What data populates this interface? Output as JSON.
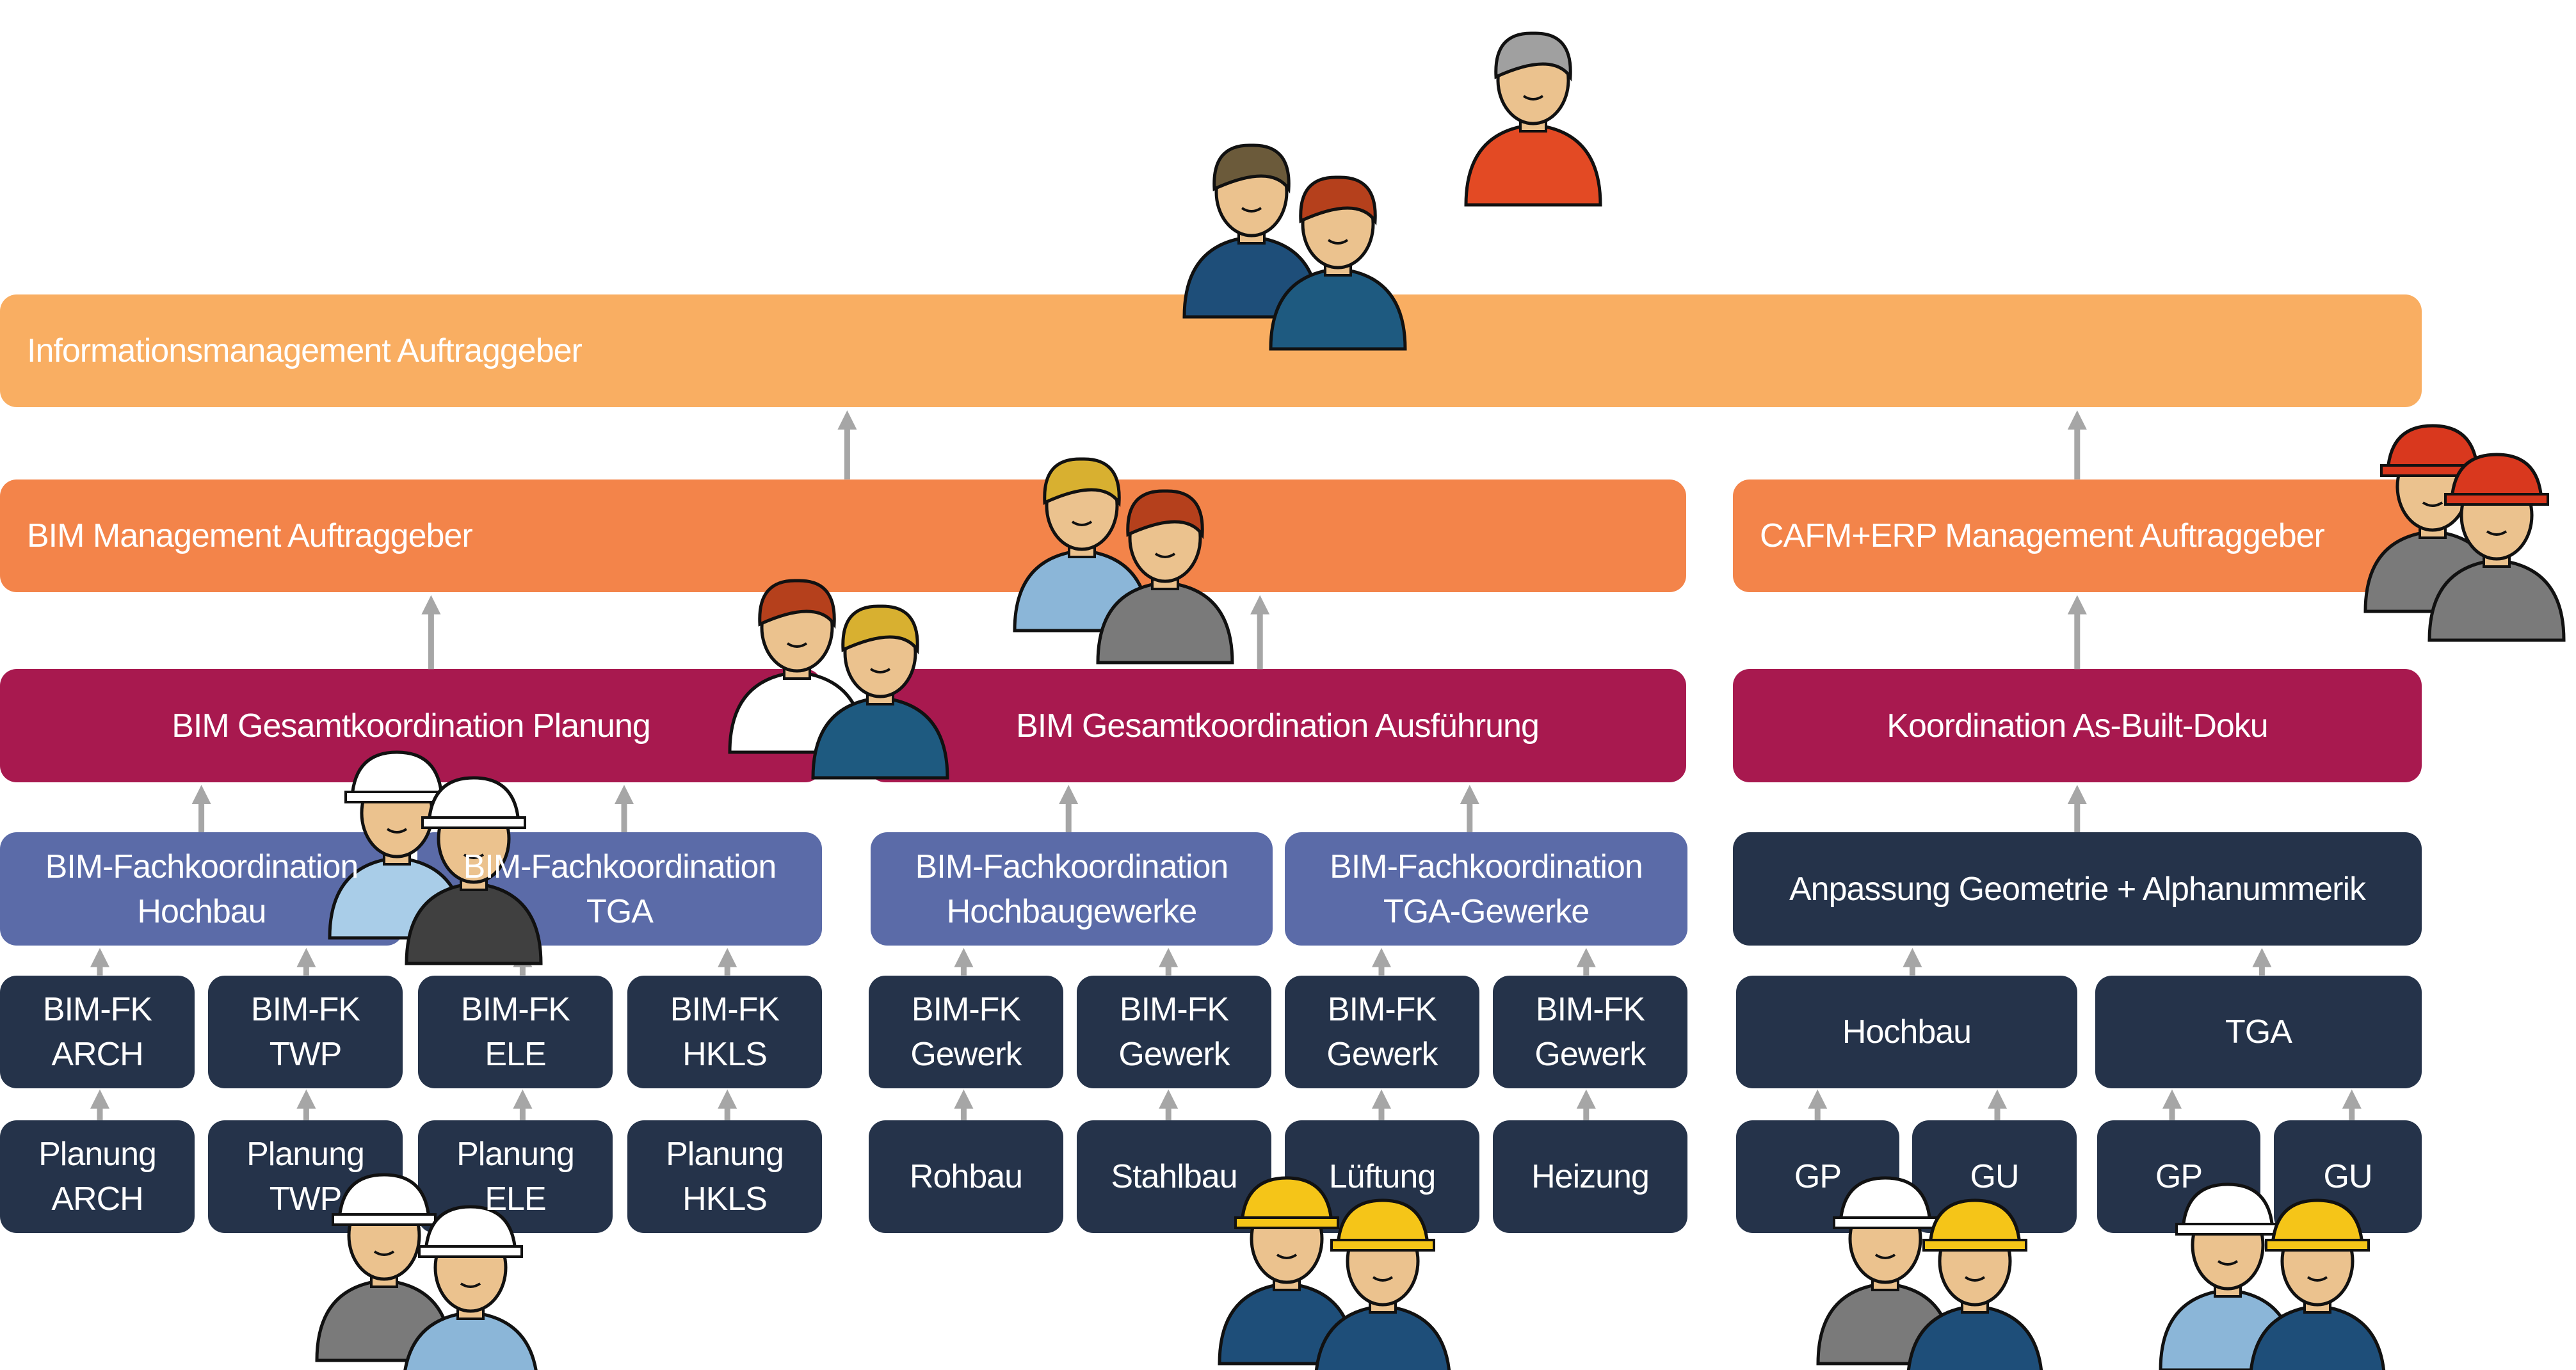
{
  "level1": {
    "label": "Informationsmanagement Auftraggeber"
  },
  "level2": {
    "bim_management": "BIM Management Auftraggeber",
    "cafm_management": "CAFM+ERP Management Auftraggeber"
  },
  "level3": {
    "planung": "BIM Gesamtkoordination Planung",
    "ausfuehrung": "BIM Gesamtkoordination Ausführung",
    "asbuilt": "Koordination As-Built-Doku"
  },
  "level4": {
    "fk_hochbau": "BIM-Fachkoordination\nHochbau",
    "fk_tga": "BIM-Fachkoordination\nTGA",
    "fk_hochbaugewerke": "BIM-Fachkoordination\nHochbaugewerke",
    "fk_tga_gewerke": "BIM-Fachkoordination\nTGA-Gewerke",
    "anpassung": "Anpassung Geometrie + Alphanummerik"
  },
  "level5": [
    "BIM-FK\nARCH",
    "BIM-FK\nTWP",
    "BIM-FK\nELE",
    "BIM-FK\nHKLS",
    "BIM-FK\nGewerk",
    "BIM-FK\nGewerk",
    "BIM-FK\nGewerk",
    "BIM-FK\nGewerk",
    "Hochbau",
    "TGA"
  ],
  "level6": [
    "Planung\nARCH",
    "Planung\nTWP",
    "Planung\nELE",
    "Planung\nHKLS",
    "Rohbau",
    "Stahlbau",
    "Lüftung",
    "Heizung",
    "GP",
    "GU",
    "GP",
    "GU"
  ],
  "colors": {
    "info": "#F9AE62",
    "management": "#F3844A",
    "gesamtkoordination": "#A8194F",
    "fachkoordination": "#5B6BA8",
    "dark": "#25334A",
    "arrow": "#A6A6A6"
  }
}
